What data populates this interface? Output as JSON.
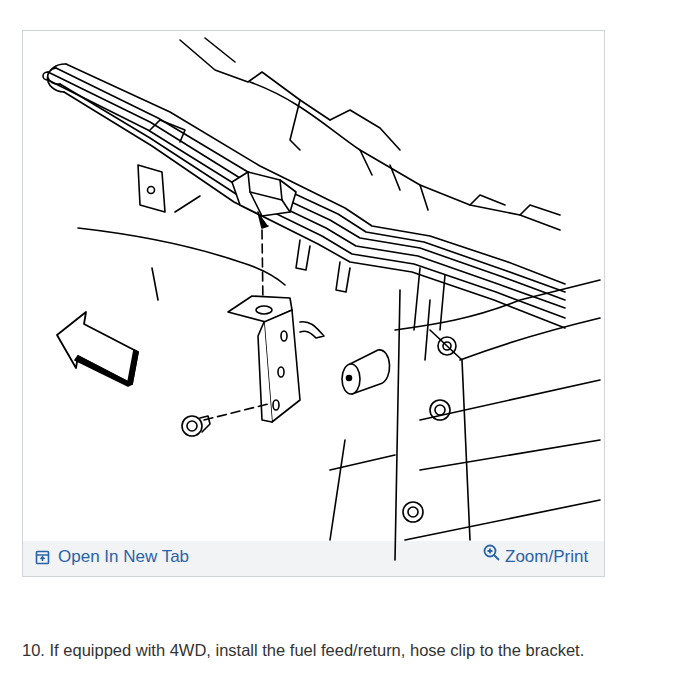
{
  "diagram": {
    "caption": "10. If equipped with 4WD, install the fuel feed/return, hose clip to the bracket.",
    "labels": [
      "Open In New Tab",
      "Zoom/Print"
    ]
  }
}
